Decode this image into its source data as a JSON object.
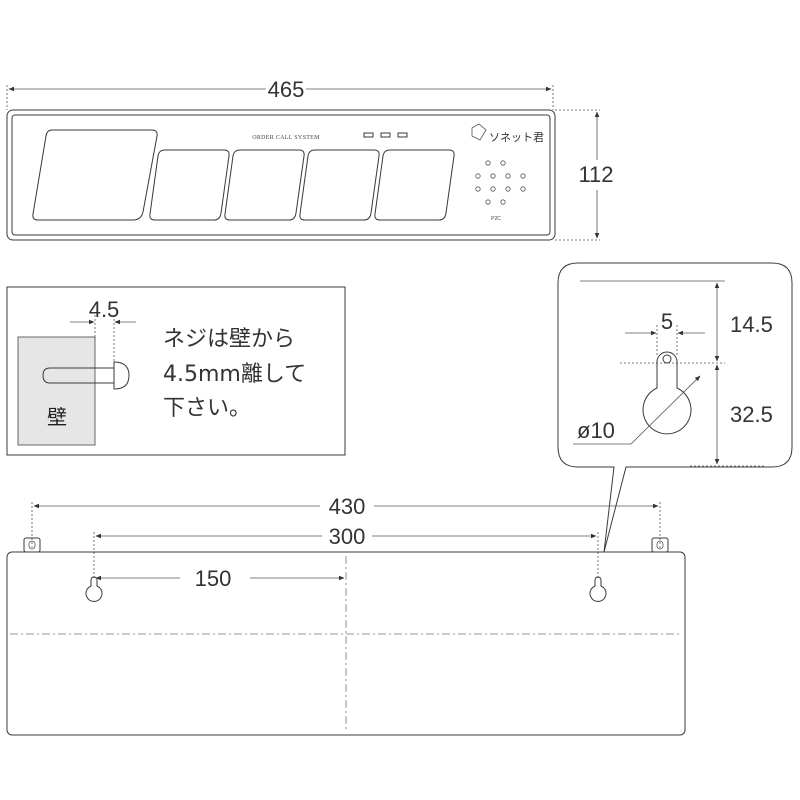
{
  "dimensions": {
    "total_width": "465",
    "height": "112",
    "screw_gap": "4.5",
    "hole_width": "5",
    "hole_top": "14.5",
    "hole_bottom": "32.5",
    "hole_diameter": "ø10",
    "mount_outer": "430",
    "mount_holes": "300",
    "center_offset": "150"
  },
  "front": {
    "system_label": "ORDER CALL SYSTEM",
    "brand_label": "ソネット君",
    "model_label": "P2C"
  },
  "note": {
    "line1": "ネジは壁から",
    "line2": "4.5mm離して",
    "line3": "下さい。",
    "wall": "壁"
  },
  "colors": {
    "line": "#3a3a3a",
    "wall_fill": "#e6e6e6"
  }
}
